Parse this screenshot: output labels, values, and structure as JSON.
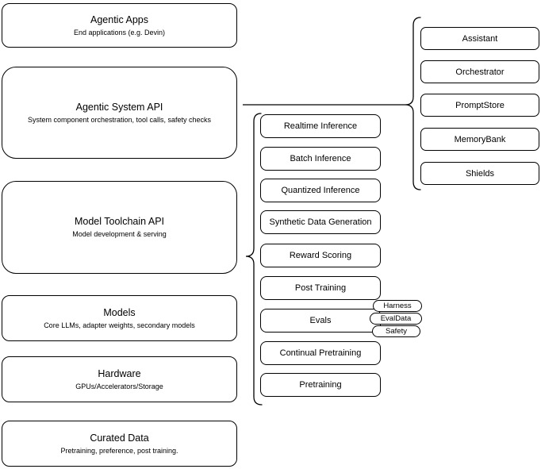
{
  "diagram": {
    "stack": [
      {
        "title": "Agentic Apps",
        "subtitle": "End applications (e.g. Devin)"
      },
      {
        "title": "Agentic System API",
        "subtitle": "System component orchestration, tool calls, safety checks"
      },
      {
        "title": "Model Toolchain API",
        "subtitle": "Model development & serving"
      },
      {
        "title": "Models",
        "subtitle": "Core LLMs, adapter weights, secondary models"
      },
      {
        "title": "Hardware",
        "subtitle": "GPUs/Accelerators/Storage"
      },
      {
        "title": "Curated Data",
        "subtitle": "Pretraining, preference, post training."
      }
    ],
    "toolchain_components": [
      "Realtime Inference",
      "Batch Inference",
      "Quantized Inference",
      "Synthetic Data Generation",
      "Reward Scoring",
      "Post Training",
      "Evals",
      "Continual Pretraining",
      "Pretraining"
    ],
    "evals_tags": [
      "Harness",
      "EvalData",
      "Safety"
    ],
    "system_components": [
      "Assistant",
      "Orchestrator",
      "PromptStore",
      "MemoryBank",
      "Shields"
    ],
    "colors": {
      "stroke": "#000000",
      "fill": "#ffffff",
      "text": "#000000"
    }
  }
}
